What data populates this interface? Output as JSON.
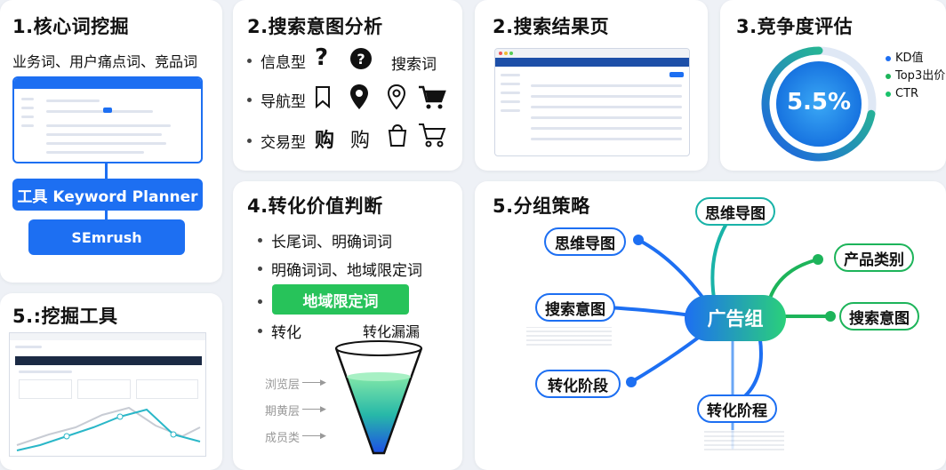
{
  "panel1": {
    "title": "1.核心词挖掘",
    "subtitle": "业务词、用户痛点词、竞品词",
    "tool_button": "工具 Keyword Planner",
    "semrush_button": "SEmrush"
  },
  "panel2": {
    "title": "2.搜索意图分析",
    "rows": [
      {
        "label": "信息型",
        "extra": "搜索词"
      },
      {
        "label": "导航型"
      },
      {
        "label": "交易型",
        "glyph1": "购",
        "glyph2": "购"
      }
    ]
  },
  "panel3": {
    "title": "2.搜索结果页"
  },
  "panel4": {
    "title": "3.竞争度评估",
    "gauge_value": "5.5%",
    "gauge_fraction": 0.72,
    "legend": [
      {
        "label": "KD值",
        "color": "#1d6ff2"
      },
      {
        "label": "Top3出价",
        "color": "#1db45a"
      },
      {
        "label": "CTR",
        "color": "#19c26a"
      }
    ]
  },
  "panel5": {
    "title": "4.转化价值判断",
    "items": [
      "长尾词、明确词词",
      "明确词词、地域限定词"
    ],
    "highlight": "地域限定词",
    "last_item": "转化",
    "funnel_label": "转化漏漏",
    "funnel_levels": [
      "浏览层",
      "期黄层",
      "成员类"
    ]
  },
  "panel6": {
    "title": "5.分组策略",
    "center": "广告组",
    "left_nodes": [
      "思维导图",
      "搜索意图",
      "转化阶段"
    ],
    "top_node": "思维导图",
    "right_nodes": [
      "产品类别",
      "搜索意图"
    ],
    "bottom_node": "转化阶程"
  },
  "panel7": {
    "title": "5.:挖掘工具"
  },
  "colors": {
    "blue": "#1d6ff2",
    "green": "#1db45a",
    "teal": "#19b3a8"
  }
}
